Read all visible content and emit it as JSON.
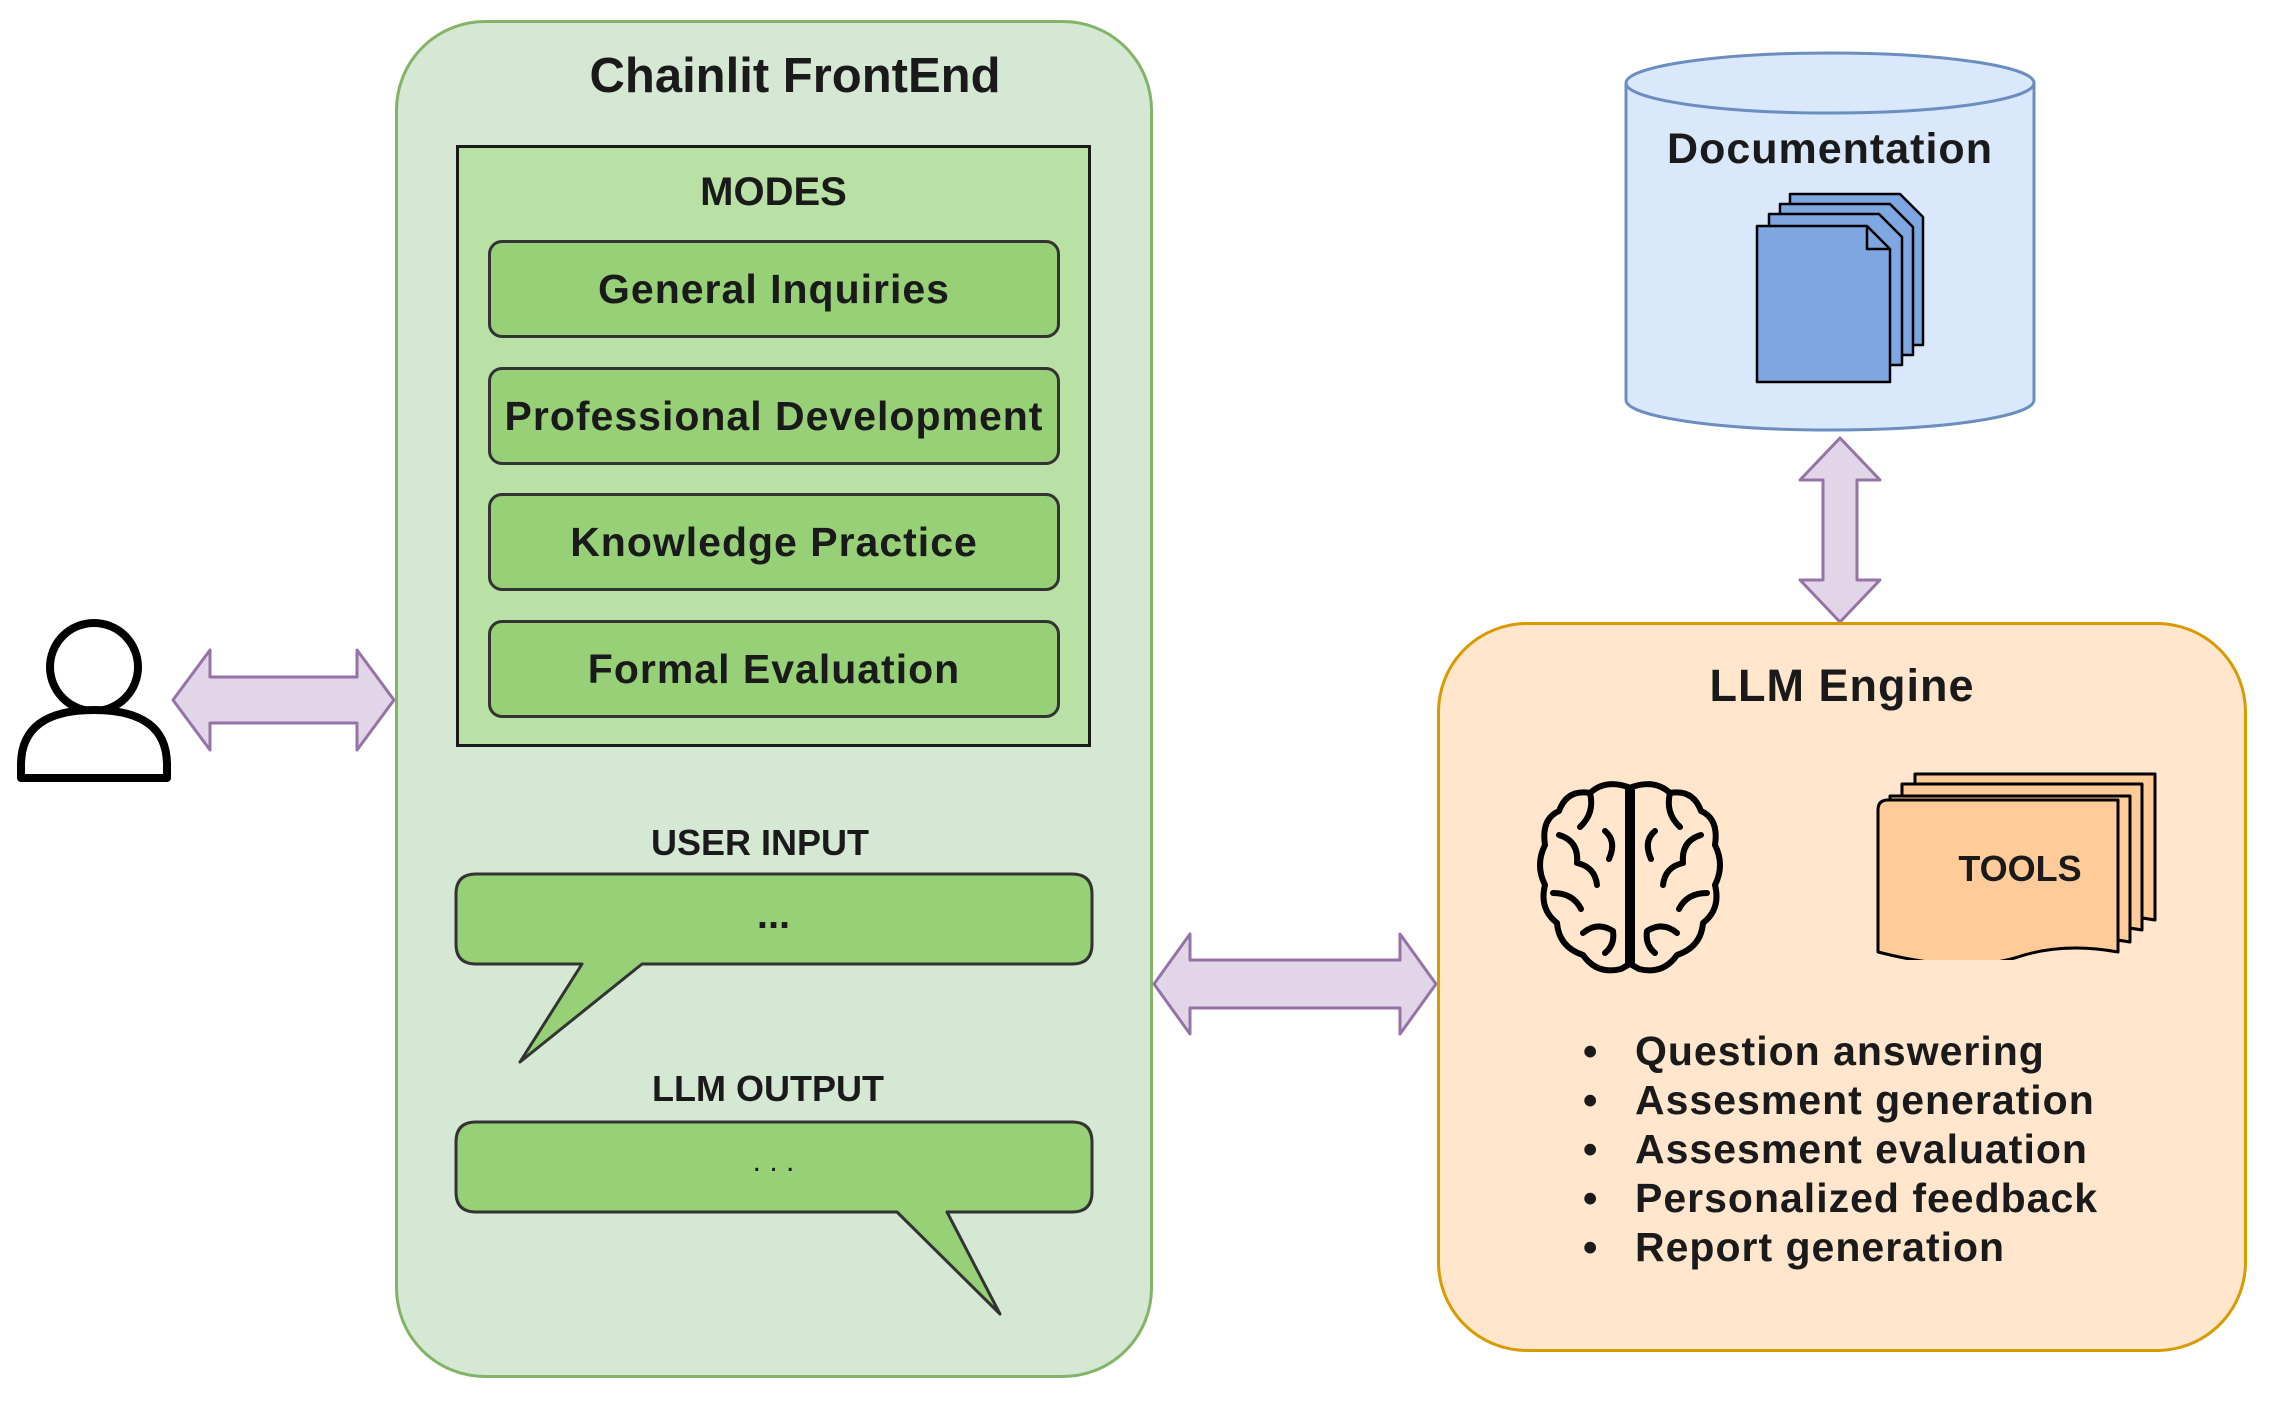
{
  "frontend": {
    "title": "Chainlit FrontEnd",
    "modes_title": "MODES",
    "modes": [
      "General Inquiries",
      "Professional Development",
      "Knowledge Practice",
      "Formal Evaluation"
    ],
    "user_input_label": "USER INPUT",
    "user_input_text": "...",
    "llm_output_label": "LLM OUTPUT",
    "llm_output_text": ". . ."
  },
  "documentation": {
    "title": "Documentation"
  },
  "llm_engine": {
    "title": "LLM Engine",
    "tools_label": "TOOLS",
    "capabilities": [
      "Question answering",
      "Assesment generation",
      "Assesment evaluation",
      "Personalized feedback",
      "Report generation"
    ]
  },
  "colors": {
    "frontend_fill": "#d5e8d4",
    "frontend_stroke": "#82b366",
    "modes_fill": "#b9e0a5",
    "button_fill": "#97d077",
    "engine_fill": "#ffe6cc",
    "engine_stroke": "#d79b00",
    "db_fill": "#dae8fc",
    "db_stroke": "#6c8ebf",
    "doc_fill": "#7ea6e0",
    "arrow_fill": "#e1d5e7",
    "arrow_stroke": "#9673a6",
    "tools_fill": "#ffcc99"
  },
  "icons": [
    "user-icon",
    "brain-icon",
    "documents-icon",
    "tools-pages-icon",
    "database-cylinder"
  ]
}
